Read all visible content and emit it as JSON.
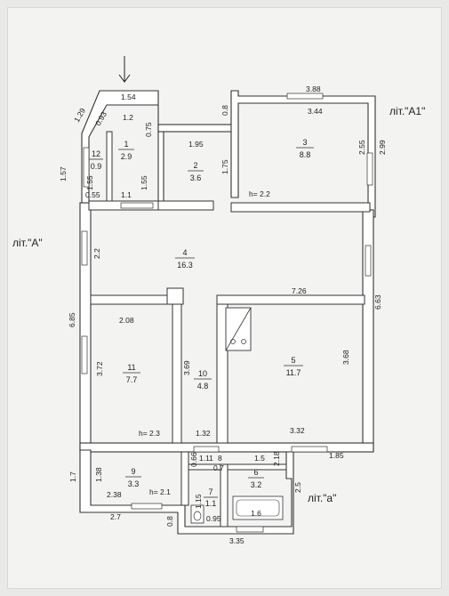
{
  "labels": {
    "lit_a_main": "літ.\"А\"",
    "lit_a1": "літ.\"А1\"",
    "lit_a_small": "літ.\"а\""
  },
  "rooms": [
    {
      "num": "1",
      "area": "2.9"
    },
    {
      "num": "2",
      "area": "3.6"
    },
    {
      "num": "3",
      "area": "8.8"
    },
    {
      "num": "4",
      "area": "16.3"
    },
    {
      "num": "5",
      "area": "11.7"
    },
    {
      "num": "6",
      "area": "3.2"
    },
    {
      "num": "7",
      "area": "1.1"
    },
    {
      "num": "9",
      "area": "3.3"
    },
    {
      "num": "10",
      "area": "4.8"
    },
    {
      "num": "11",
      "area": "7.7"
    },
    {
      "num": "12",
      "area": "0.9"
    }
  ],
  "dims": {
    "d1_54": "1.54",
    "d1_29": "1.29",
    "d0_93": "0.93",
    "d1_2": "1.2",
    "d0_75": "0.75",
    "d3_88": "3.88",
    "d3_44": "3.44",
    "d0_8a": "0.8",
    "d1_95": "1.95",
    "d1_75": "1.75",
    "d2_55": "2.55",
    "d2_99": "2.99",
    "d1_57": "1.57",
    "d1_55a": "1.55",
    "d1_55b": "1.55",
    "d0_55": "0.55",
    "d1_1": "1.1",
    "h2_2": "h= 2.2",
    "d2_2": "2.2",
    "d7_26": "7.26",
    "d6_63": "6.63",
    "d2_08": "2.08",
    "d6_85": "6.85",
    "d3_72": "3.72",
    "d3_69": "3.69",
    "d3_68": "3.68",
    "h2_3": "h= 2.3",
    "d1_32": "1.32",
    "d3_32": "3.32",
    "d1_85": "1.85",
    "d1_7": "1.7",
    "d1_38": "1.38",
    "d2_38": "2.38",
    "h2_1": "h= 2.1",
    "d2_7": "2.7",
    "d0_66": "0.66",
    "d1_11": "1.11",
    "d8": "8",
    "d0_7": "0.7",
    "d1_5": "1.5",
    "d2_18": "2.18",
    "d2_5": "2.5",
    "d1_15": "1.15",
    "d0_95": "0.95",
    "d1_6": "1.6",
    "d0_8b": "0.8",
    "d3_35": "3.35"
  }
}
